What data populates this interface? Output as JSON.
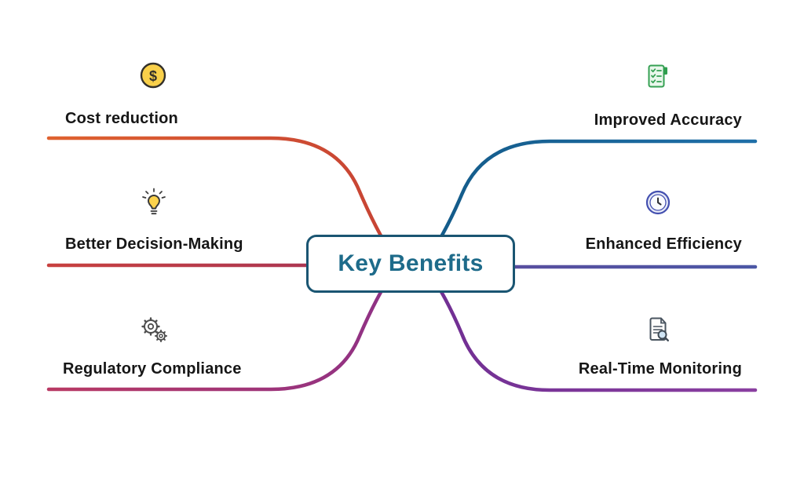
{
  "center": {
    "label": "Key Benefits",
    "border_color": "#1a5572",
    "text_color": "#1e6b8a"
  },
  "branches": [
    {
      "label": "Cost reduction",
      "icon": "dollar-coin-icon",
      "side": "left",
      "position": "top",
      "line_color": "#d05834"
    },
    {
      "label": "Better Decision-Making",
      "icon": "lightbulb-icon",
      "side": "left",
      "position": "middle",
      "line_color": "#b93a4c"
    },
    {
      "label": "Regulatory Compliance",
      "icon": "gears-icon",
      "side": "left",
      "position": "bottom",
      "line_color": "#a23576"
    },
    {
      "label": "Improved Accuracy",
      "icon": "checklist-icon",
      "side": "right",
      "position": "top",
      "line_color": "#1b6598"
    },
    {
      "label": "Enhanced Efficiency",
      "icon": "clock-icon",
      "side": "right",
      "position": "middle",
      "line_color": "#55509e"
    },
    {
      "label": "Real-Time Monitoring",
      "icon": "document-search-icon",
      "side": "right",
      "position": "bottom",
      "line_color": "#7d3799"
    }
  ]
}
